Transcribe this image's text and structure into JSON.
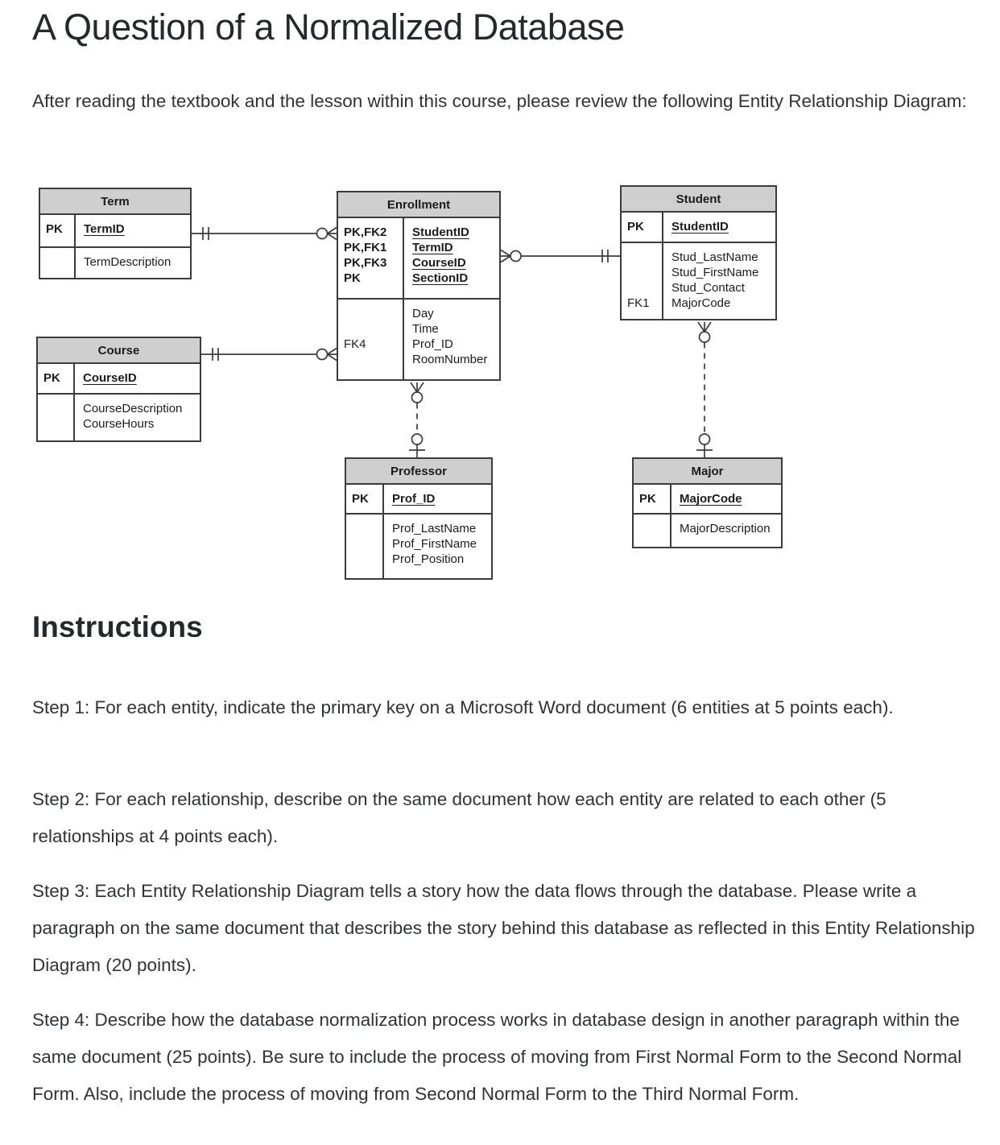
{
  "page": {
    "title": "A Question of a Normalized Database",
    "intro": "After reading the textbook and the lesson within this course, please review the following Entity Relationship Diagram:",
    "instructions_heading": "Instructions",
    "steps": [
      "Step 1: For each entity, indicate the primary key on a Microsoft Word document (6 entities at 5 points each).",
      "Step 2: For each relationship, describe on the same document how each entity are related to each other (5 relationships at 4 points each).",
      "Step 3: Each Entity Relationship Diagram tells a story how the data flows through the database. Please write a paragraph on the same document that describes the story behind this database as reflected in this Entity Relationship Diagram (20 points).",
      "Step 4: Describe how the database normalization process works in database design in another paragraph within the same document (25 points). Be sure to include the process of moving from First Normal Form to the Second Normal Form. Also, include the process of moving from Second Normal Form to the Third Normal Form."
    ]
  },
  "diagram": {
    "colors": {
      "entity_header_fill": "#cfcfcf",
      "entity_border": "#3c3c3c",
      "line": "#3c3c3c"
    },
    "entities": {
      "term": {
        "title": "Term",
        "key_labels": "PK",
        "key_attrs": "TermID",
        "attr_labels": "",
        "attrs": "TermDescription"
      },
      "course": {
        "title": "Course",
        "key_labels": "PK",
        "key_attrs": "CourseID",
        "attr_labels": "",
        "attrs": "CourseDescription\nCourseHours"
      },
      "enrollment": {
        "title": "Enrollment",
        "key_labels": "PK,FK2\nPK,FK1\nPK,FK3\nPK",
        "key_attrs": "StudentID\nTermID\nCourseID\nSectionID",
        "attr_labels": "\n\nFK4",
        "attrs": "Day\nTime\nProf_ID\nRoomNumber"
      },
      "student": {
        "title": "Student",
        "key_labels": "PK",
        "key_attrs": "StudentID",
        "attr_labels": "\n\n\nFK1",
        "attrs": "Stud_LastName\nStud_FirstName\nStud_Contact\nMajorCode"
      },
      "professor": {
        "title": "Professor",
        "key_labels": "PK",
        "key_attrs": "Prof_ID",
        "attr_labels": "",
        "attrs": "Prof_LastName\nProf_FirstName\nProf_Position"
      },
      "major": {
        "title": "Major",
        "key_labels": "PK",
        "key_attrs": "MajorCode",
        "attr_labels": "",
        "attrs": "MajorDescription"
      }
    },
    "relationships": [
      {
        "name": "term-enrollment",
        "from": "Term",
        "to": "Enrollment",
        "from_cardinality": "one and only one",
        "to_cardinality": "zero or many",
        "line_style": "solid"
      },
      {
        "name": "course-enrollment",
        "from": "Course",
        "to": "Enrollment",
        "from_cardinality": "one and only one",
        "to_cardinality": "zero or many",
        "line_style": "solid"
      },
      {
        "name": "student-enrollment",
        "from": "Student",
        "to": "Enrollment",
        "from_cardinality": "one and only one",
        "to_cardinality": "zero or many",
        "line_style": "solid"
      },
      {
        "name": "enrollment-professor",
        "from": "Enrollment",
        "to": "Professor",
        "from_cardinality": "zero or many",
        "to_cardinality": "zero or one",
        "line_style": "dashed"
      },
      {
        "name": "student-major",
        "from": "Student",
        "to": "Major",
        "from_cardinality": "zero or many",
        "to_cardinality": "zero or one",
        "line_style": "dashed"
      }
    ]
  }
}
